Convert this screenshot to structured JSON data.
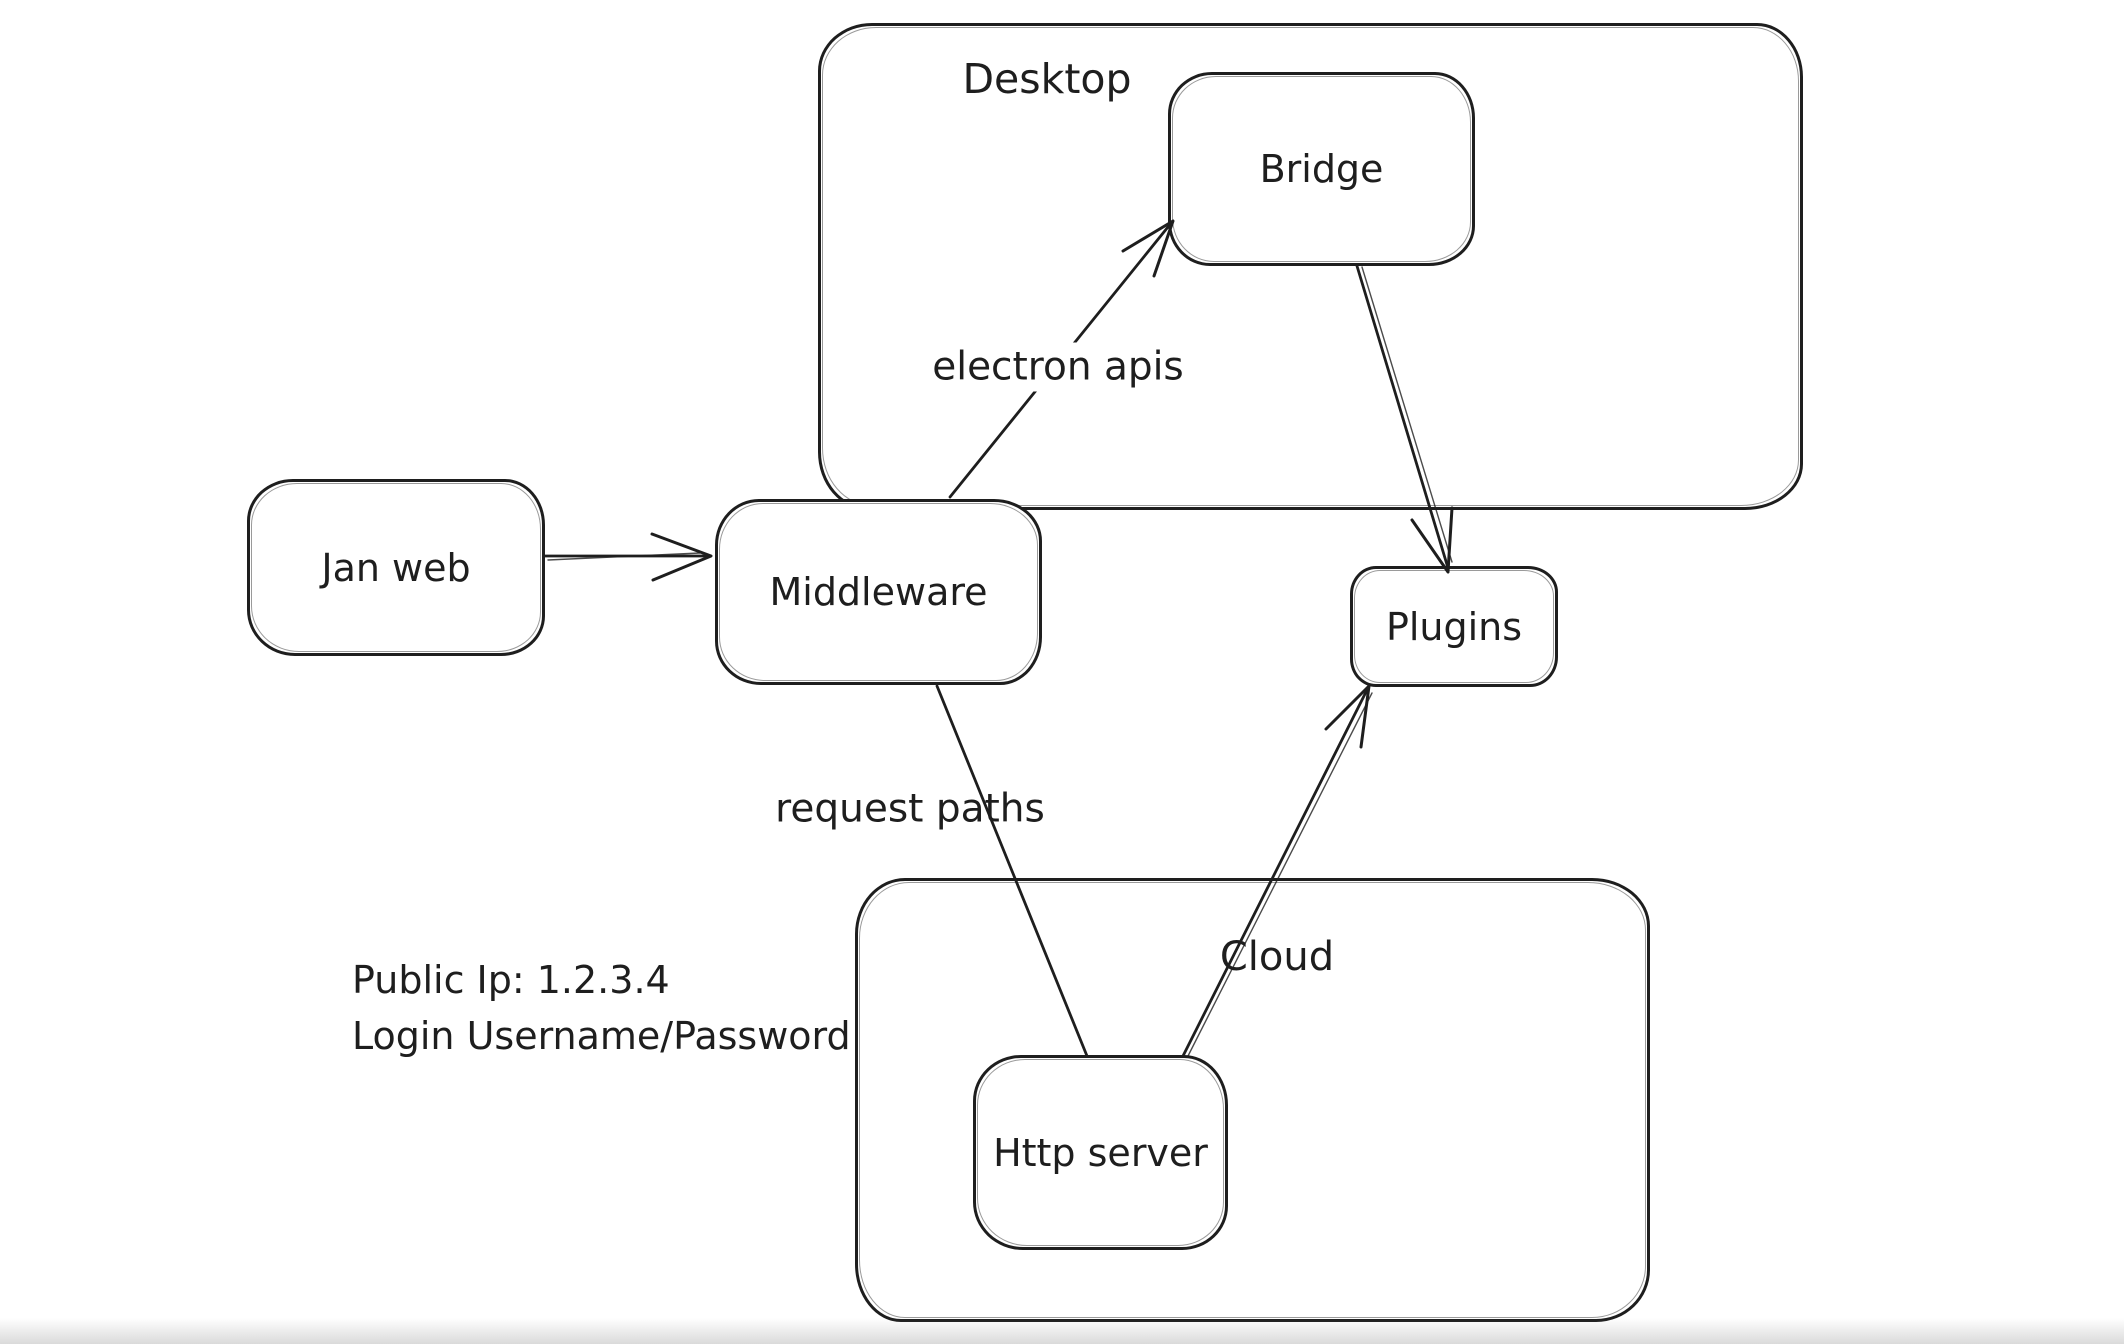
{
  "app": {
    "background_color": "#ffffff",
    "stroke_color": "#1e1e1e"
  },
  "diagram": {
    "containers": [
      {
        "id": "desktop",
        "label": "Desktop"
      },
      {
        "id": "cloud",
        "label": "Cloud"
      }
    ],
    "nodes": [
      {
        "id": "jan-web",
        "label": "Jan web"
      },
      {
        "id": "middleware",
        "label": "Middleware"
      },
      {
        "id": "bridge",
        "label": "Bridge"
      },
      {
        "id": "plugins",
        "label": "Plugins"
      },
      {
        "id": "http-server",
        "label": "Http server"
      }
    ],
    "edges": [
      {
        "from": "jan-web",
        "to": "middleware",
        "label": "",
        "arrowhead": true
      },
      {
        "from": "middleware",
        "to": "bridge",
        "label": "electron apis",
        "arrowhead": true
      },
      {
        "from": "bridge",
        "to": "plugins",
        "label": "",
        "arrowhead": true
      },
      {
        "from": "middleware",
        "to": "http-server",
        "label": "request paths",
        "arrowhead": false
      },
      {
        "from": "http-server",
        "to": "plugins",
        "label": "",
        "arrowhead": true
      }
    ],
    "annotations": [
      "Public Ip: 1.2.3.4",
      "Login Username/Password"
    ]
  }
}
